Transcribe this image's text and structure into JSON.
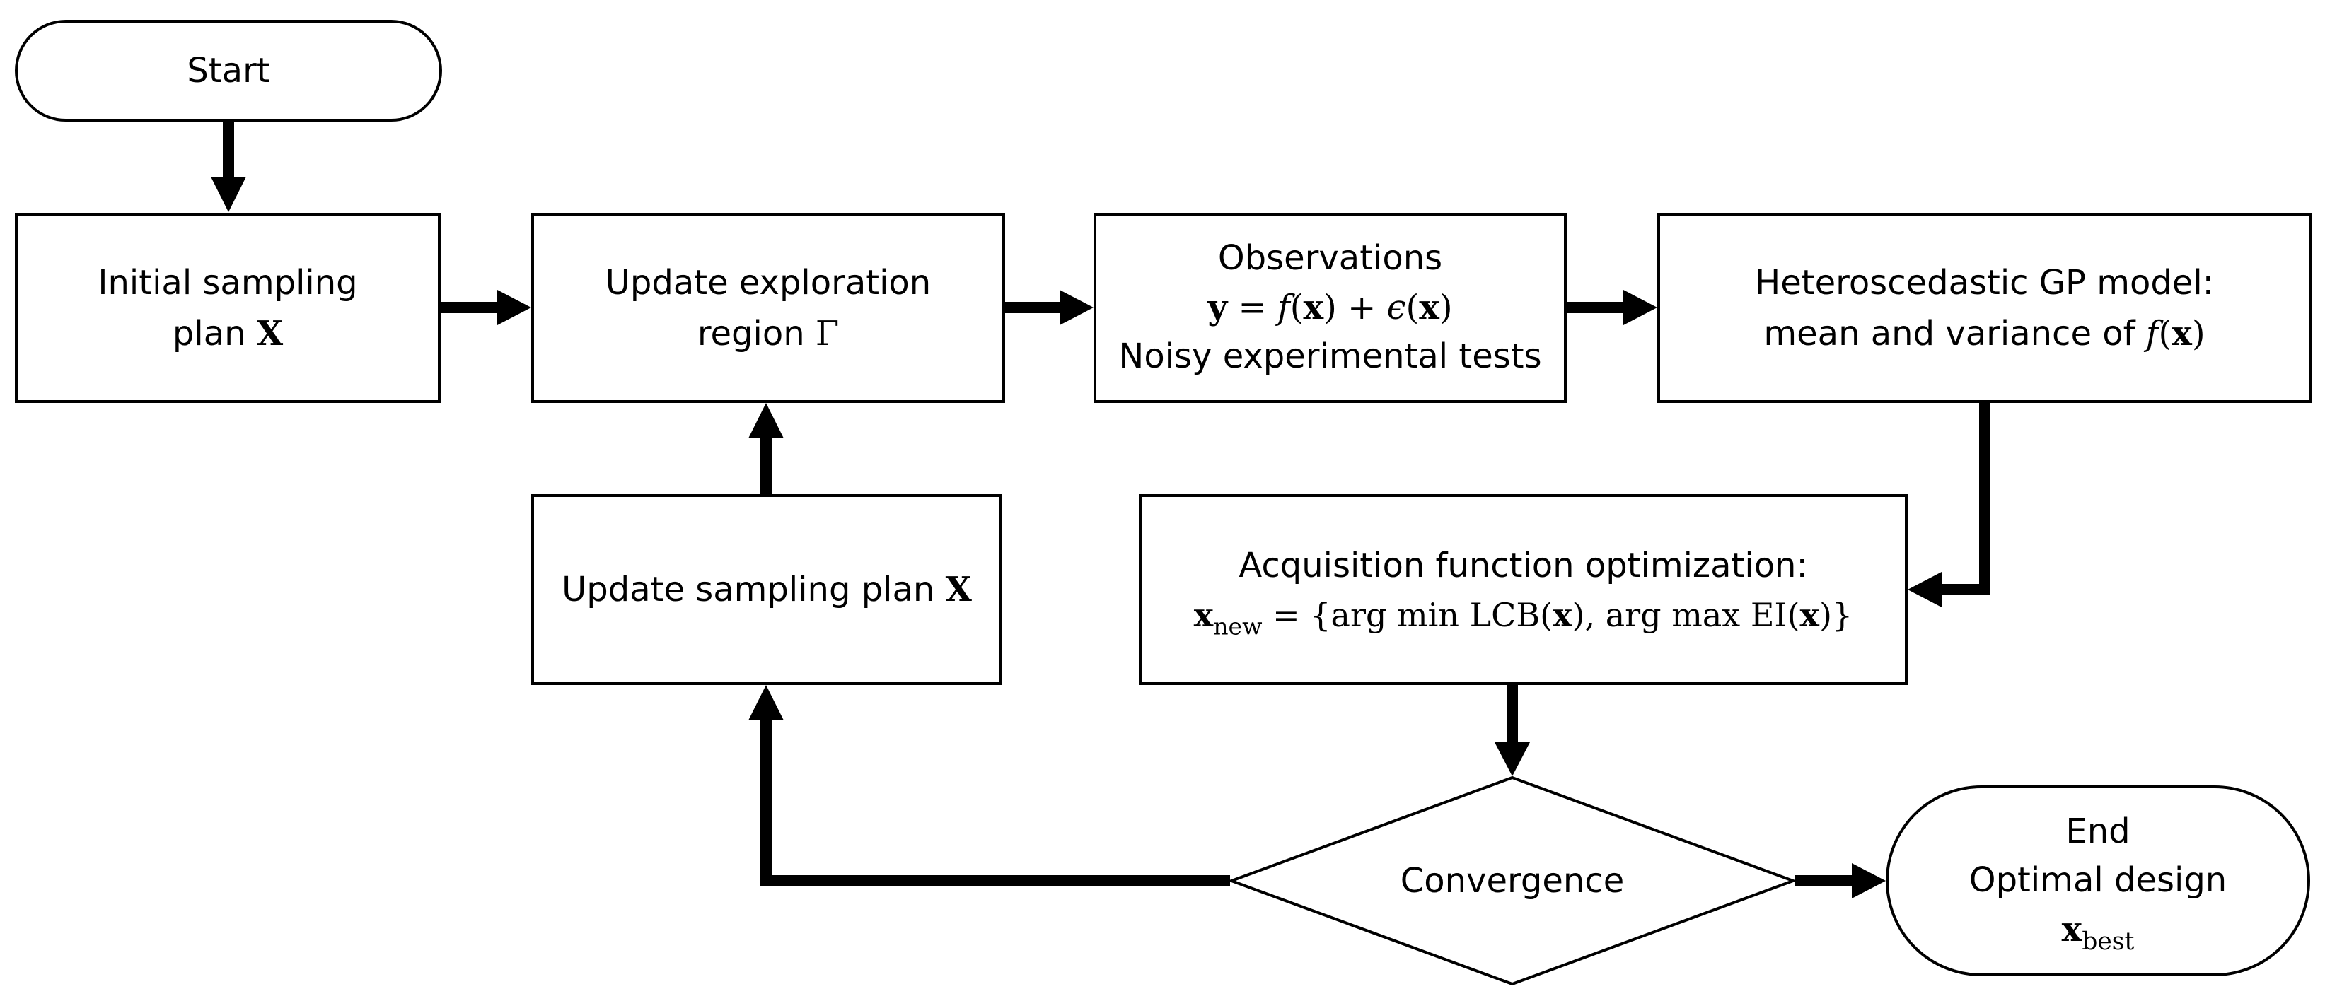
{
  "nodes": {
    "start": {
      "text": "Start"
    },
    "initial": {
      "line1": "Initial sampling",
      "line2_text": "plan ",
      "line2_var": "X"
    },
    "update_region": {
      "line1": "Update exploration",
      "line2_text": "region ",
      "line2_var": "Γ"
    },
    "observations": {
      "line1": "Observations",
      "eq": {
        "y": "y",
        "eqsign": " = ",
        "f": "f",
        "open1": "(",
        "x1": "x",
        "close1": ")",
        "plus": " + ",
        "eps": "ϵ",
        "open2": "(",
        "x2": "x",
        "close2": ")"
      },
      "line3": "Noisy experimental tests"
    },
    "gp_model": {
      "line1": "Heteroscedastic GP model:",
      "line2_text": "mean and variance of ",
      "f": "f",
      "open": "(",
      "x": "x",
      "close": ")"
    },
    "update_plan": {
      "text": "Update sampling plan ",
      "var": "X"
    },
    "acquisition": {
      "line1": "Acquisition function optimization:",
      "eq": {
        "x": "x",
        "sub": "new",
        "rest1": " = {arg min LCB(",
        "x1": "x",
        "rest2": "), arg max EI(",
        "x2": "x",
        "rest3": ")}"
      }
    },
    "convergence": {
      "text": "Convergence"
    },
    "end": {
      "line1": "End",
      "line2": "Optimal design",
      "x": "x",
      "sub": "best"
    }
  }
}
